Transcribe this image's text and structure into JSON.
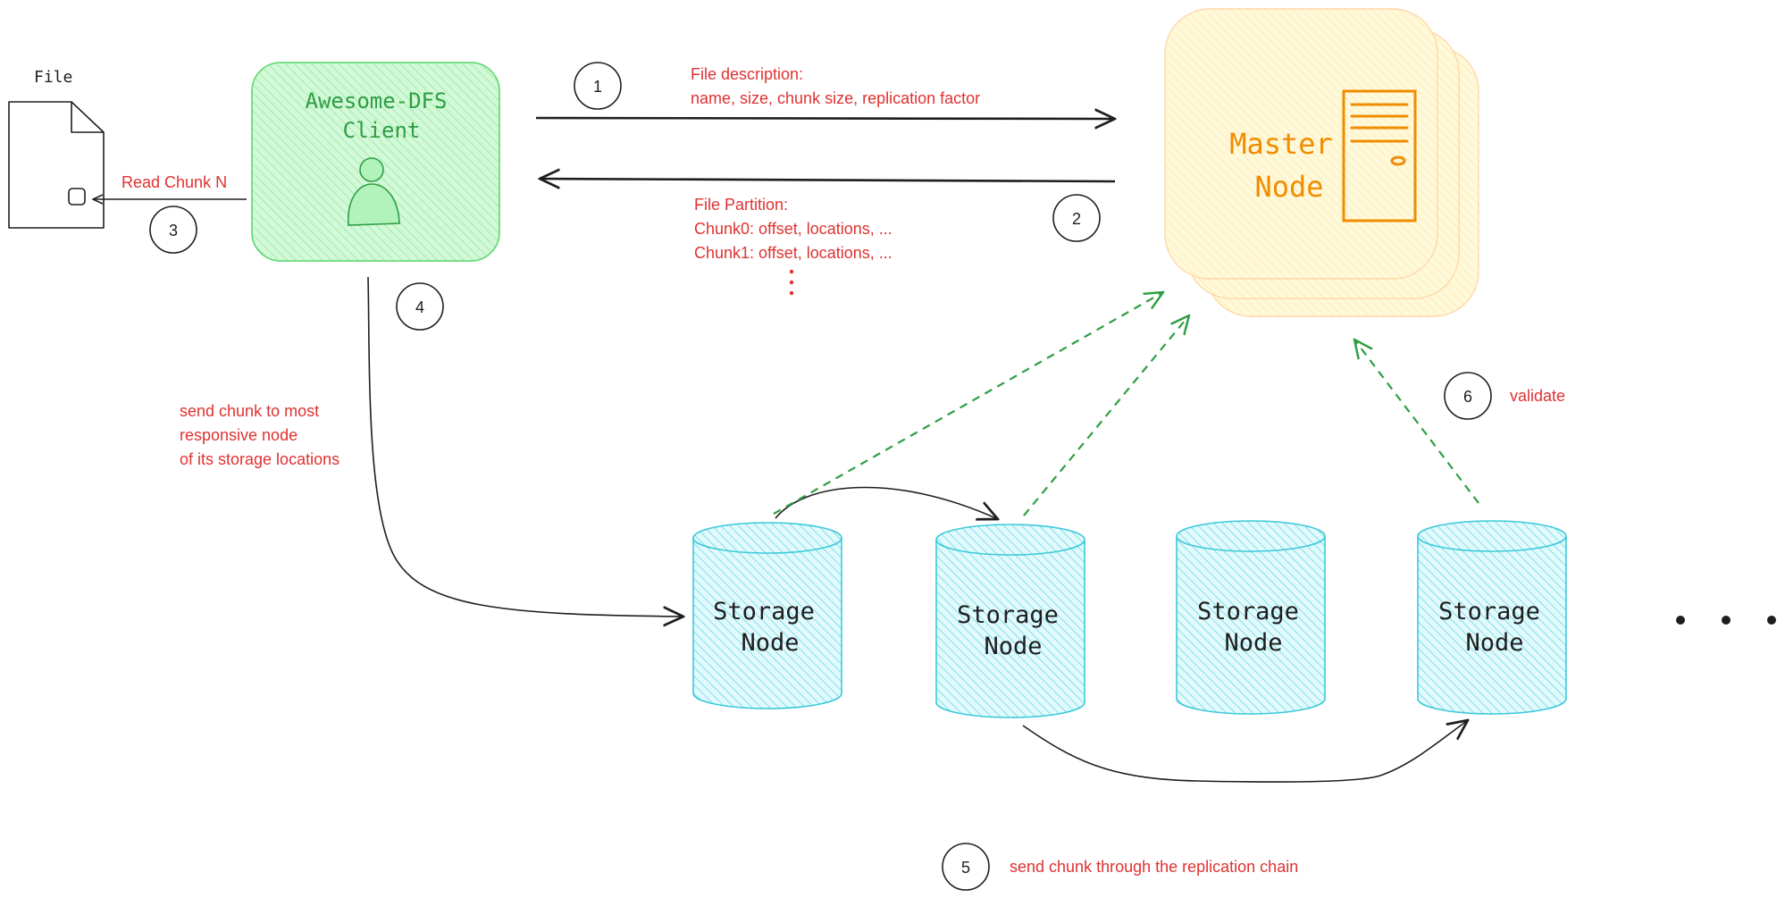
{
  "file": {
    "label": "File"
  },
  "client": {
    "line1": "Awesome-DFS",
    "line2": "Client"
  },
  "master": {
    "line1": "Master",
    "line2": "Node"
  },
  "storage_nodes": [
    {
      "line1": "Storage",
      "line2": "Node"
    },
    {
      "line1": "Storage",
      "line2": "Node"
    },
    {
      "line1": "Storage",
      "line2": "Node"
    },
    {
      "line1": "Storage",
      "line2": "Node"
    }
  ],
  "steps": {
    "s1": "1",
    "s2": "2",
    "s3": "3",
    "s4": "4",
    "s5": "5",
    "s6": "6"
  },
  "annotations": {
    "file_description": [
      "File description:",
      "name, size, chunk size, replication factor"
    ],
    "file_partition": [
      "File Partition:",
      "Chunk0: offset, locations, ...",
      "Chunk1: offset, locations, ..."
    ],
    "read_chunk": "Read Chunk N",
    "send_chunk": [
      "send chunk to most",
      "responsive node",
      "of its storage  locations"
    ],
    "replication": "send chunk through the replication chain",
    "validate": "validate"
  },
  "colors": {
    "annotation": "#e03131",
    "client_fill": "#b2f2bb",
    "client_text": "#2f9e44",
    "master_fill": "#ffec99",
    "master_text": "#f08c00",
    "storage_fill": "#99e9f2",
    "storage_stroke": "#0c8599",
    "dashed_arrow": "#2f9e44",
    "ink": "#1e1e1e"
  }
}
